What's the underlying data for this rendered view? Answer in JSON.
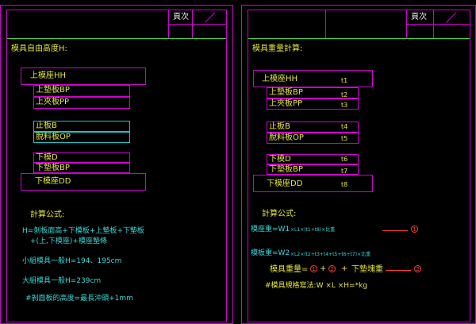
{
  "left": {
    "page_label": "頁次",
    "section_title": "模具自由高度H:",
    "plates": {
      "upper_base": "上模座HH",
      "upper_pad": "上墊板BP",
      "upper_clamp": "上夾板PP",
      "stopper": "止板B",
      "stripper": "脫料板OP",
      "lower_die": "下模D",
      "lower_pad": "下墊板BP",
      "lower_base": "下模座DD"
    },
    "formula_title": "計算公式:",
    "formula_line1": "H=剝板面高+下模板+上墊板+下墊板",
    "formula_line2": "+(上,下模座)+模座墊條",
    "small_die": "小組模具一般H=194、195cm",
    "large_die": "大組模具一般H=239cm",
    "stripper_note": "#剝面板的高度=最長沖頭+1mm"
  },
  "right": {
    "page_label": "頁次",
    "section_title": "模具重量計算:",
    "plates": {
      "upper_base": "上模座HH",
      "upper_pad": "上墊板BP",
      "upper_clamp": "上夾板PP",
      "stopper": "止板B",
      "stripper": "脫料板OP",
      "lower_die": "下模D",
      "lower_pad": "下墊板BP",
      "lower_base": "下模座DD"
    },
    "thickness": [
      "t1",
      "t2",
      "t3",
      "t4",
      "t5",
      "t6",
      "t7",
      "t8"
    ],
    "formula_title": "計算公式:",
    "base_weight_label": "模座重=W1",
    "base_weight_expr": "×L1×(t1+t8)×比重",
    "circle1": "1",
    "plate_weight_label": "模板重=W2",
    "plate_weight_expr": "×L2×(t2+t3+t4+t5+t6+t7)×比重",
    "circle2": "2",
    "total_label": "模具重量=",
    "plus1": "+",
    "plus2": "+",
    "lower_pad_block": "下墊塊重",
    "spec_line": "#模具規格寫法:W ×L ×H=*kg"
  },
  "colors": {
    "magenta": "#d100d1",
    "cyan": "#19c3c3",
    "green": "#3fd13f",
    "yellow": "#e6e63c",
    "red": "#ff3b3b"
  }
}
